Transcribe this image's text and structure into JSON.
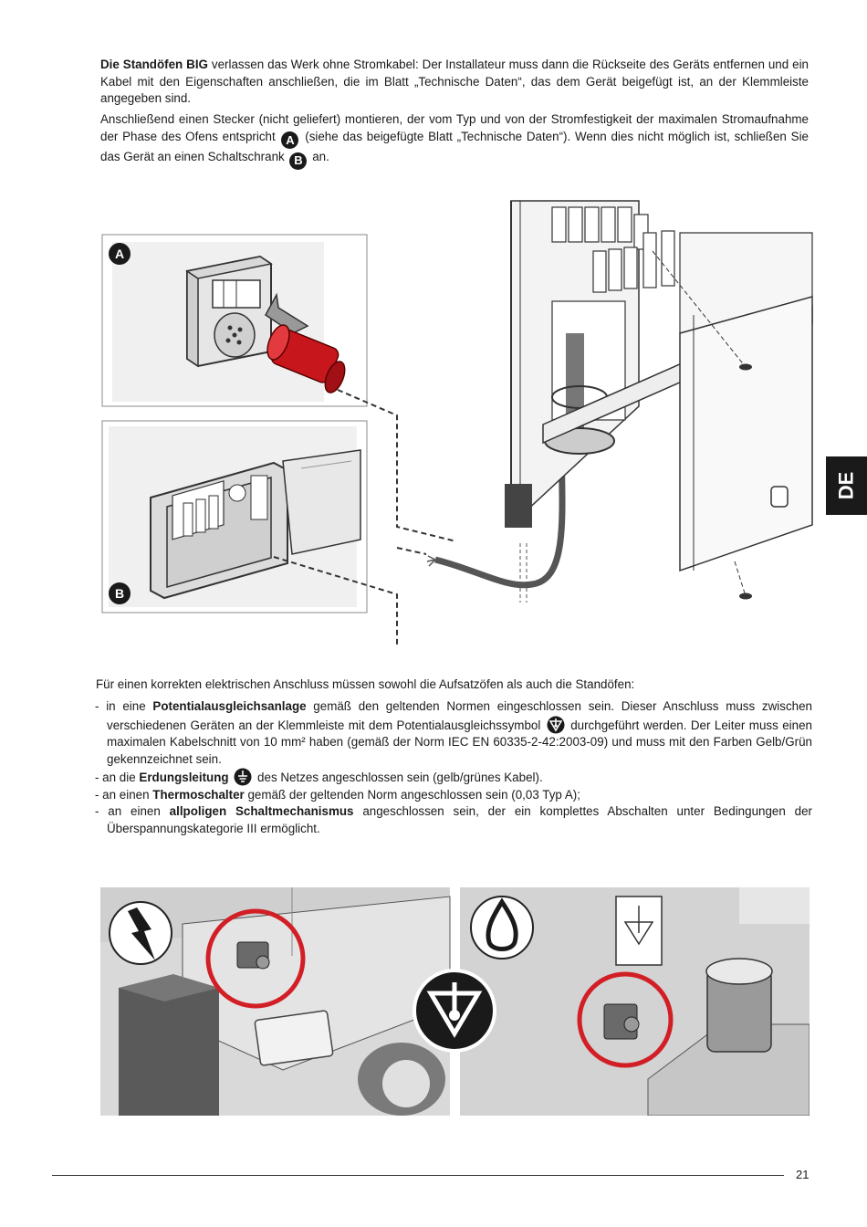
{
  "intro": {
    "p1_bold": "Die Standöfen BIG",
    "p1_rest": " verlassen das Werk ohne Stromkabel: Der Installateur muss dann die Rückseite des Geräts entfernen und ein Kabel mit den Eigenschaften anschließen, die im Blatt „Technische Daten“, das dem Gerät beigefügt ist, an der Klemmleiste angegeben sind.",
    "p2_a": "Anschließend einen Stecker (nicht geliefert) montieren, der vom Typ und von der Stromfestigkeit der maximalen Stromaufnahme der Phase des Ofens entspricht",
    "p2_b": "(siehe das beigefügte Blatt „Technische Daten“). Wenn dies nicht möglich ist, schließen Sie das Gerät an einen Schaltschrank",
    "p2_c": "an.",
    "badge_a": "A",
    "badge_b": "B"
  },
  "figure_top": {
    "label_a": "A",
    "label_b": "B"
  },
  "requirements": {
    "lead": "Für einen korrekten elektrischen Anschluss müssen sowohl die Aufsatzöfen als auch die Standöfen:",
    "item1_a": "- in eine ",
    "item1_bold": "Potentialausgleichsanlage",
    "item1_b": " gemäß den geltenden Normen eingeschlossen sein. Dieser Anschluss muss zwischen verschiedenen Geräten an der Klemmleiste mit dem Potentialausgleichssymbol",
    "item1_c": "durchgeführt werden. Der Leiter muss einen maximalen Kabelschnitt von 10 mm² haben (gemäß der Norm IEC EN 60335-2-42:2003-09) und muss mit den Farben Gelb/Grün gekennzeichnet sein.",
    "item2_a": "- an die ",
    "item2_bold": "Erdungsleitung",
    "item2_b": " des Netzes angeschlossen sein (gelb/grünes Kabel).",
    "item3_a": "- an einen ",
    "item3_bold": "Thermoschalter",
    "item3_b": " gemäß der geltenden Norm angeschlossen sein (0,03 Typ A);",
    "item4_a": "- an einen ",
    "item4_bold": "allpoligen Schaltmechanismus",
    "item4_b": " angeschlossen sein, der ein komplettes Abschalten unter Bedingungen der Überspannungskategorie III ermöglicht."
  },
  "sidebar": {
    "language": "DE"
  },
  "footer": {
    "page_number": "21"
  },
  "icons": [
    "lightning-icon",
    "flame-icon",
    "equipotential-icon",
    "earth-ground-icon"
  ],
  "colors": {
    "highlight_red": "#d21f26",
    "plug_red": "#c8171c",
    "text": "#1a1a1a"
  }
}
